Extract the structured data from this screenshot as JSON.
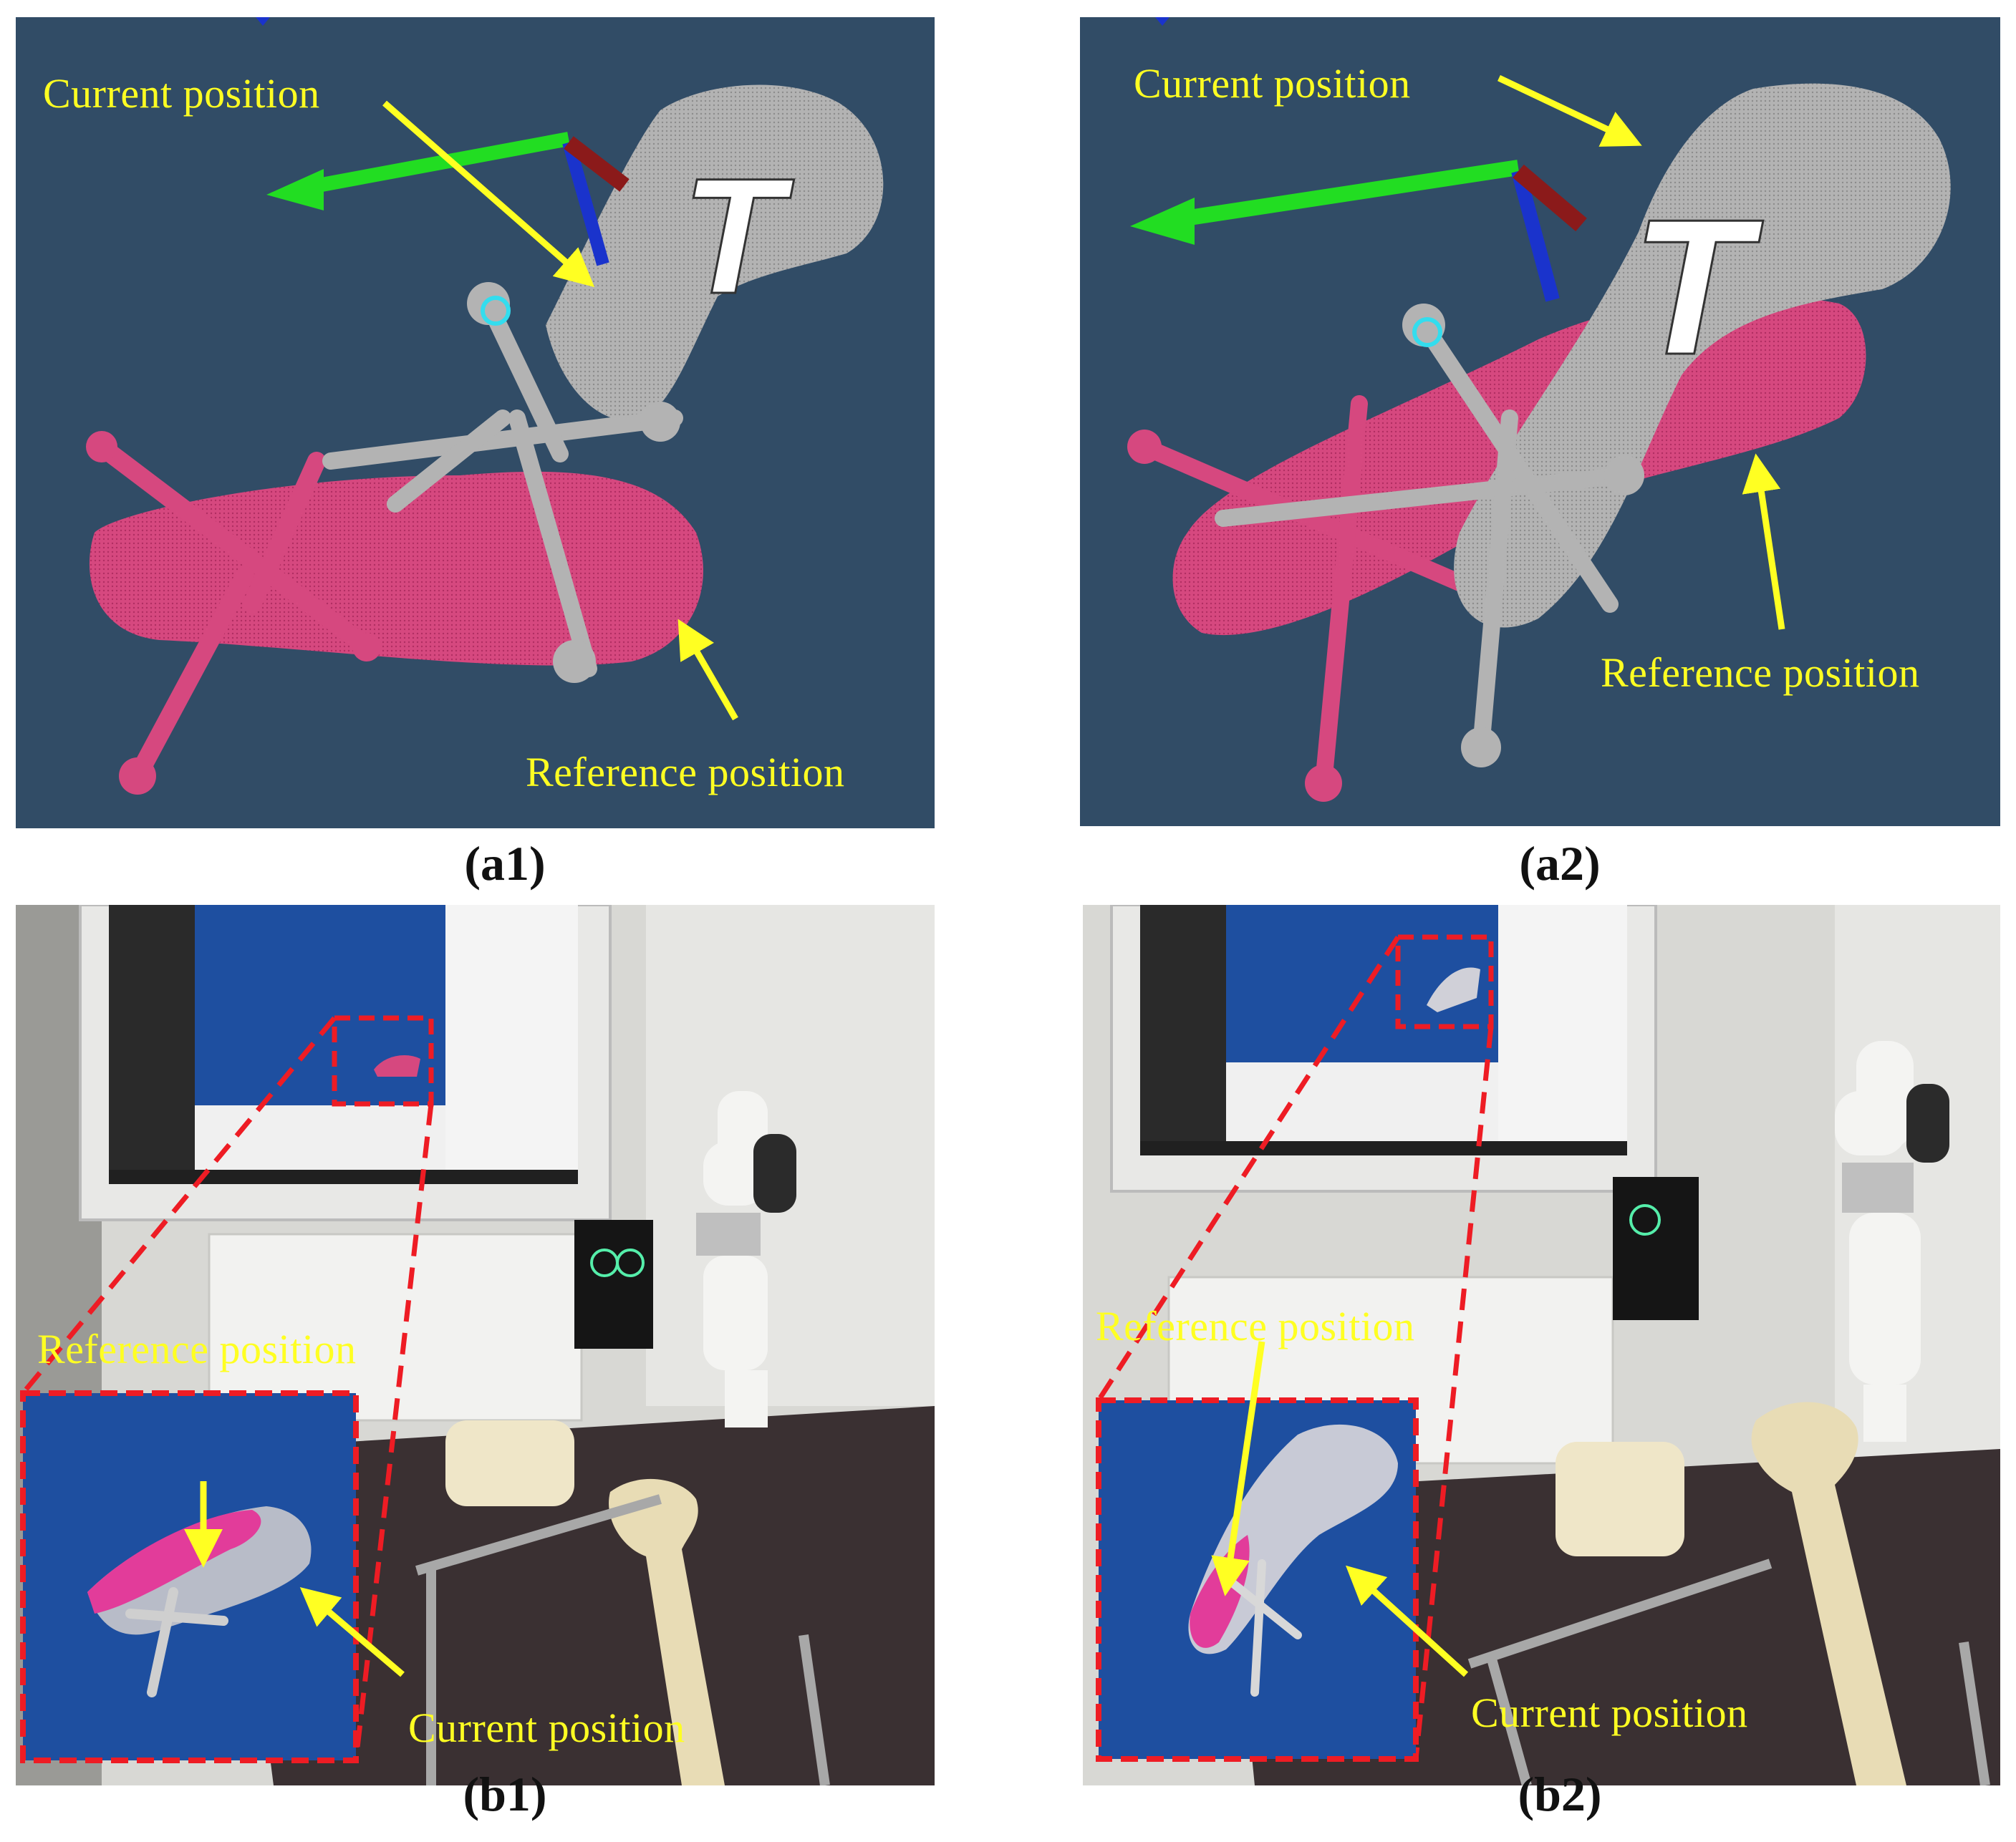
{
  "panels": {
    "a1": {
      "caption": "(a1)",
      "current_label": "Current position",
      "reference_label": "Reference position",
      "overlay_letter": "T"
    },
    "a2": {
      "caption": "(a2)",
      "current_label": "Current position",
      "reference_label": "Reference position",
      "overlay_letter": "T"
    },
    "b1": {
      "caption": "(b1)",
      "current_label": "Current position",
      "reference_label": "Reference position"
    },
    "b2": {
      "caption": "(b2)",
      "current_label": "Current position",
      "reference_label": "Reference position"
    }
  },
  "colors": {
    "viewer_background": "#314c66",
    "current_bone": "#b8b8b8",
    "reference_bone": "#d6487f",
    "annotation": "#ffff22",
    "zoom_box": "#ee1c24",
    "axis_x": "#8b1a1a",
    "axis_y": "#22dd22",
    "axis_z": "#1a33cc"
  }
}
